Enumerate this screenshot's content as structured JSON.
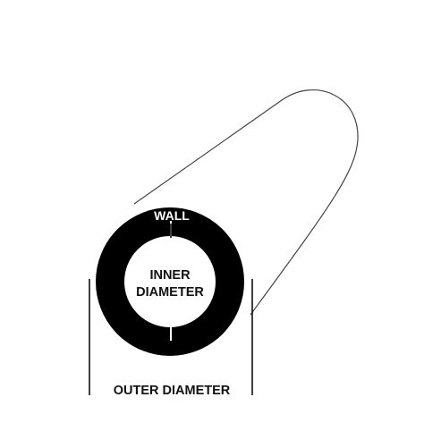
{
  "diagram": {
    "labels": {
      "wall": "WALL",
      "inner_line1": "INNER",
      "inner_line2": "DIAMETER",
      "outer": "OUTER DIAMETER"
    },
    "colors": {
      "background": "#ffffff",
      "tube_wall": "#000000",
      "outline": "#444444",
      "wall_label": "#ffffff",
      "text": "#111111"
    }
  }
}
